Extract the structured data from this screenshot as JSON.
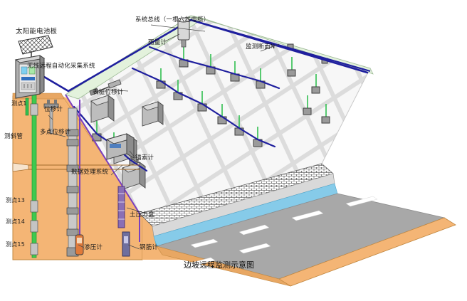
{
  "diagram": {
    "title": "边坡远程监测示意图",
    "title_en_hint": "Slope Remote Monitoring Schematic",
    "labels": {
      "solar_panel": "太阳能电池板",
      "wireless_system": "无线远程自动化采集系统",
      "system_bus": "系统总线（一根六芯电缆）",
      "rain_gauge": "雨量计",
      "section_n": "监测断面N",
      "surface_pile_meter": "表桩位移计",
      "anchor_cable_meter": "锚索计",
      "data_processing": "数据处理系统",
      "displacement_meter": "位移计",
      "multipoint_meter": "多点位移计",
      "inclinometer_tube": "测斜管",
      "earth_pressure_cell": "土压力盒",
      "pore_pressure_gauge": "渗压计",
      "rebar_gauge": "钢筋计",
      "point_1": "测点1",
      "point_13": "测点13",
      "point_14": "测点14",
      "point_15": "测点15"
    },
    "colors": {
      "soil": "#f4b575",
      "soil_edge": "#c98a46",
      "slope_face": "#f2f2f2",
      "slope_grid": "#d8d8d8",
      "slope_top": "#e8f4e4",
      "road": "#a8a8a8",
      "road_marking": "#ffffff",
      "cable_blue": "#1f1f9e",
      "cable_purple": "#7b3fbf",
      "sensor_green": "#2fbf4f",
      "tube_green": "#3fc94f",
      "sensor_box": "#9a9a9a",
      "sensor_box_edge": "#4a4a4a",
      "water_blue": "#7ec8e8",
      "cabinet": "#9a9a9a",
      "brick": "#ffffff"
    },
    "slope_sensor_count": 16,
    "cable_lines": 3
  }
}
